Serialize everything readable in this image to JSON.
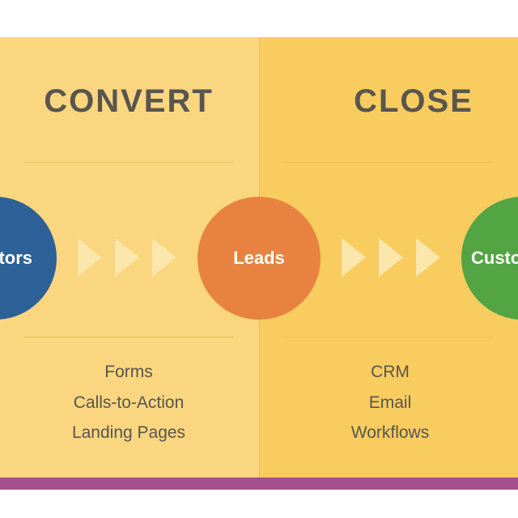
{
  "stages": {
    "convert": {
      "title": "CONVERT",
      "tools": [
        "Forms",
        "Calls-to-Action",
        "Landing Pages"
      ]
    },
    "close": {
      "title": "CLOSE",
      "tools": [
        "CRM",
        "Email",
        "Workflows"
      ]
    }
  },
  "nodes": {
    "visitors": {
      "label": "Visitors",
      "visible_text": "tors",
      "color": "#2d6198"
    },
    "leads": {
      "label": "Leads",
      "color": "#e88240"
    },
    "customers": {
      "label": "Customers",
      "visible_text": "Custo",
      "color": "#53a543"
    }
  },
  "colors": {
    "convert_panel": "#f9d67f",
    "close_panel": "#f8cc5f",
    "title_text": "#59554f",
    "arrow": "#fbe6ab",
    "bottom_bar": "#a3508d"
  }
}
